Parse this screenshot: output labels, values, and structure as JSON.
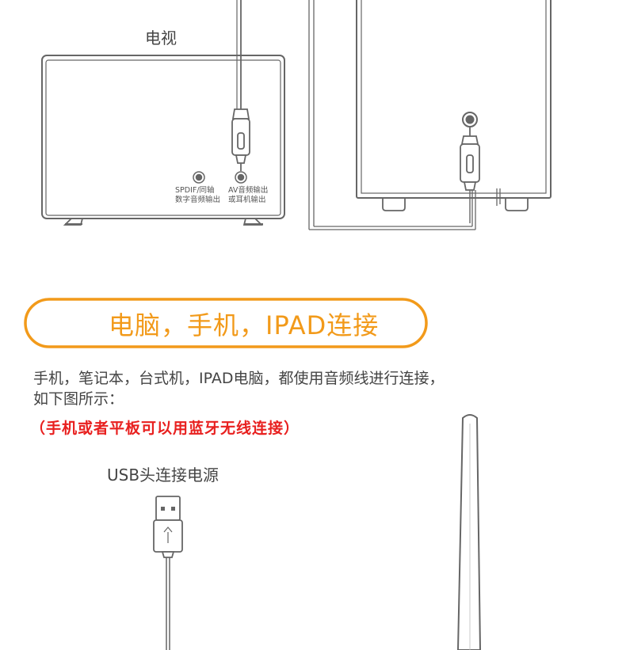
{
  "tv": {
    "title": "电视",
    "port_spdif_line1": "SPDIF/同轴",
    "port_spdif_line2": "数字音频输出",
    "port_av_line1": "AV音频输出",
    "port_av_line2": "或耳机输出"
  },
  "banner": {
    "title": "电脑，手机，IPAD连接",
    "color": "#f29a1a"
  },
  "description": {
    "line1": "手机，笔记本，台式机，IPAD电脑，都使用音频线进行连接，",
    "line2": "如下图所示：",
    "note": "（手机或者平板可以用蓝牙无线连接）",
    "note_color": "#e8201f"
  },
  "usb": {
    "label": "USB头连接电源"
  }
}
